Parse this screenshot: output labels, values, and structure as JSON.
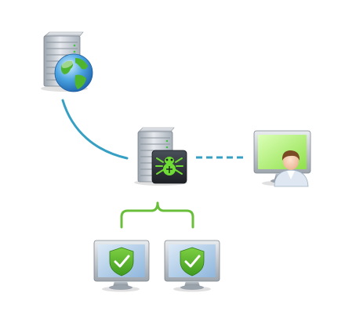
{
  "diagram": {
    "colors": {
      "connector_blue": "#36a0c4",
      "bracket_green": "#69bf3a",
      "server_body": "#c9ced6",
      "monitor_screen_blue": "#a7c9e6",
      "monitor_screen_green": "#b7f47d",
      "shield_green": "#5fb32d",
      "badge_dark": "#2d3137"
    },
    "nodes": {
      "internet_server": {
        "icon": "web-server-globe-icon"
      },
      "central_server": {
        "icon": "security-server-icon",
        "badge_icon": "spider-emblem-icon"
      },
      "admin_workstation": {
        "icon": "admin-workstation-icon"
      },
      "protected_workstations": [
        {
          "icon": "protected-workstation-icon",
          "shield_icon": "shield-check-icon"
        },
        {
          "icon": "protected-workstation-icon",
          "shield_icon": "shield-check-icon"
        }
      ]
    },
    "connections": [
      {
        "from": "internet_server",
        "to": "central_server",
        "style": "solid"
      },
      {
        "from": "central_server",
        "to": "admin_workstation",
        "style": "dashed"
      },
      {
        "from": "central_server",
        "to": "protected_workstations",
        "style": "bracket"
      }
    ]
  }
}
